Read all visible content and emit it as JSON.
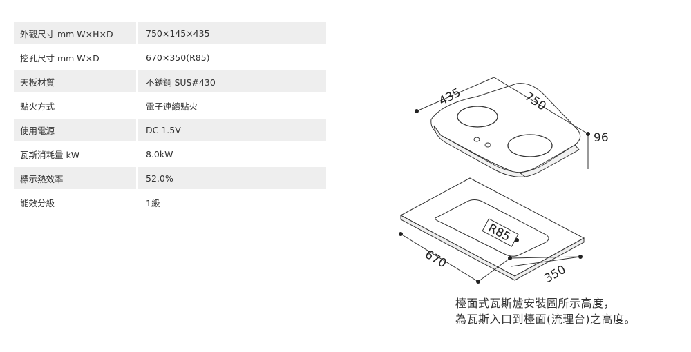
{
  "specs": [
    {
      "label": "外觀尺寸 mm W×H×D",
      "value": "750×145×435"
    },
    {
      "label": "挖孔尺寸 mm W×D",
      "value": "670×350(R85)"
    },
    {
      "label": "天板材質",
      "value": "不銹鋼 SUS#430"
    },
    {
      "label": "點火方式",
      "value": "電子連續點火"
    },
    {
      "label": "使用電源",
      "value": "DC 1.5V"
    },
    {
      "label": "瓦斯消耗量 kW",
      "value": "8.0kW"
    },
    {
      "label": "標示熱效率",
      "value": "52.0%"
    },
    {
      "label": "能效分級",
      "value": "1級"
    }
  ],
  "diagram": {
    "depth": "435",
    "width": "750",
    "height": "96",
    "radius": "R85",
    "cutout_width": "670",
    "cutout_depth": "350"
  },
  "caption": {
    "line1": "檯面式瓦斯爐安裝圖所示高度，",
    "line2": "為瓦斯入口到檯面(流理台)之高度。"
  }
}
